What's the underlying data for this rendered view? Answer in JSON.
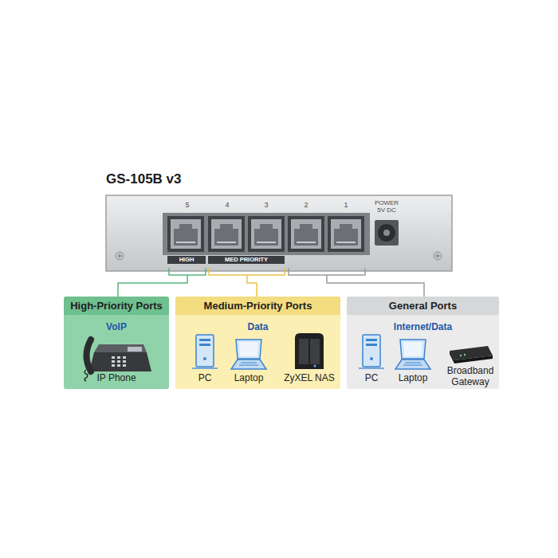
{
  "diagram": {
    "title": "GS-105B v3",
    "nodes": [
      {
        "text": [
          "High-Priority Ports",
          "VoIP"
        ]
      },
      {
        "text": [
          "Medium-Priority Ports",
          "Data"
        ]
      },
      {
        "text": [
          "General Ports",
          "Internet/Data"
        ]
      }
    ],
    "labels": [
      "5",
      "4",
      "3",
      "2",
      "1",
      "POWER 5V DC",
      "HIGH",
      "MED PRIORITY",
      "IP Phone",
      "PC",
      "Laptop",
      "ZyXEL NAS",
      "PC",
      "Laptop",
      "Broadband Gateway"
    ]
  }
}
